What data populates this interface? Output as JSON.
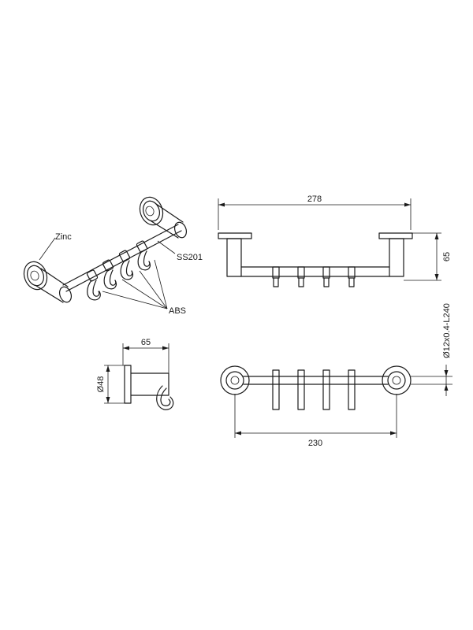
{
  "diagram": {
    "callouts": {
      "zinc": "Zinc",
      "ss201": "SS201",
      "abs": "ABS"
    },
    "dimensions": {
      "front_width": "278",
      "front_height": "65",
      "side_depth": "65",
      "side_diameter": "Ø48",
      "top_width": "230",
      "rod_spec": "Ø12x0.4-L240"
    }
  }
}
